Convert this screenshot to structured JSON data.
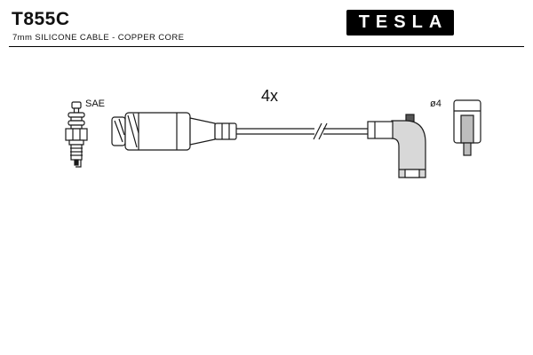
{
  "header": {
    "part_number": "T855C",
    "subtitle": "7mm SILICONE CABLE - COPPER CORE",
    "brand": "TESLA"
  },
  "diagram": {
    "quantity_label": "4x",
    "plug_standard_label": "SAE",
    "terminal_diameter_label": "ø4"
  },
  "colors": {
    "line": "#1a1a1a",
    "logo_background": "#000000",
    "logo_text": "#ffffff",
    "boot_shade": "#d8d8d8",
    "terminal_shade": "#bdbdbd"
  }
}
